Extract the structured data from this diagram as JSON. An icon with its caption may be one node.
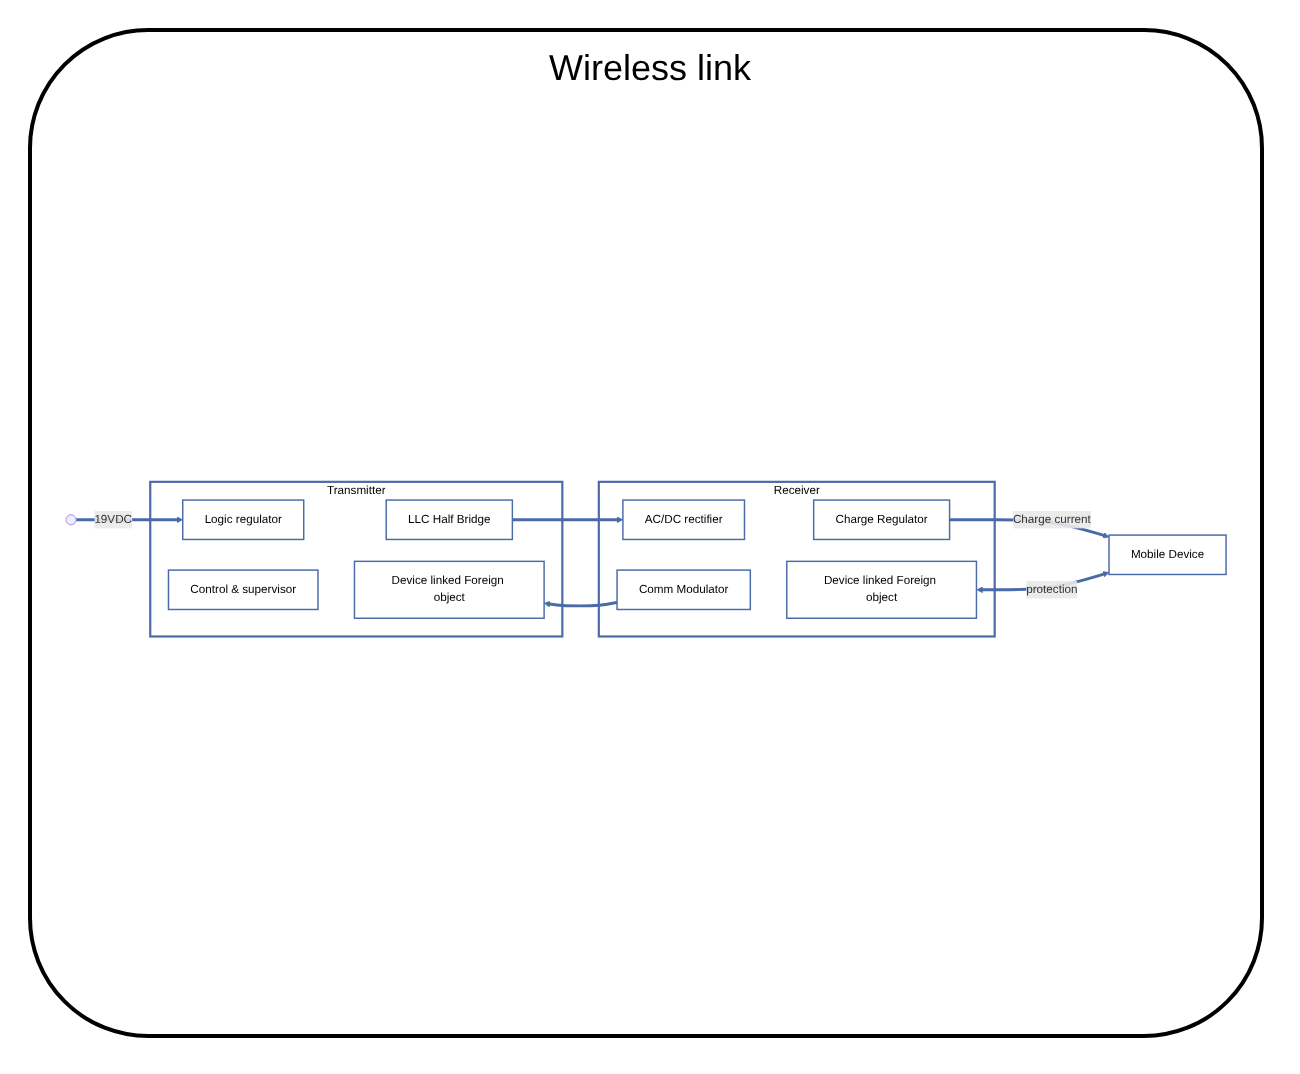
{
  "diagram": {
    "nodes": [
      {
        "text": [
          "Transmitter"
        ]
      },
      {
        "text": [
          "Logic regulator"
        ],
        "in": 0
      },
      {
        "text": [
          "LLC Half Bridge"
        ],
        "in": 0
      },
      {
        "text": [
          "Control & supervisor"
        ],
        "in": 0
      },
      {
        "text": [
          "Device linked Foreign object"
        ],
        "in": 0
      },
      {
        "text": [
          "Receiver"
        ]
      },
      {
        "text": [
          "AC/DC rectifier"
        ],
        "in": 5
      },
      {
        "text": [
          "Charge Regulator"
        ],
        "in": 5
      },
      {
        "text": [
          "Comm Modulator"
        ],
        "in": 5
      },
      {
        "text": [
          "Device linked Foreign object"
        ],
        "in": 5
      },
      {
        "text": [
          "Mobile Device"
        ]
      }
    ],
    "edges": [
      {
        "from": null,
        "to": 1,
        "arrow": "to",
        "label": "19VDC"
      },
      {
        "from": 2,
        "to": 6,
        "arrow": "to"
      },
      {
        "from": 8,
        "to": 4,
        "arrow": "to"
      },
      {
        "from": 7,
        "to": 10,
        "arrow": "to",
        "label": "Charge current"
      },
      {
        "from": 9,
        "to": 10,
        "arrow": "both",
        "label": "protection"
      }
    ],
    "labels": [
      "Wireless link"
    ]
  }
}
